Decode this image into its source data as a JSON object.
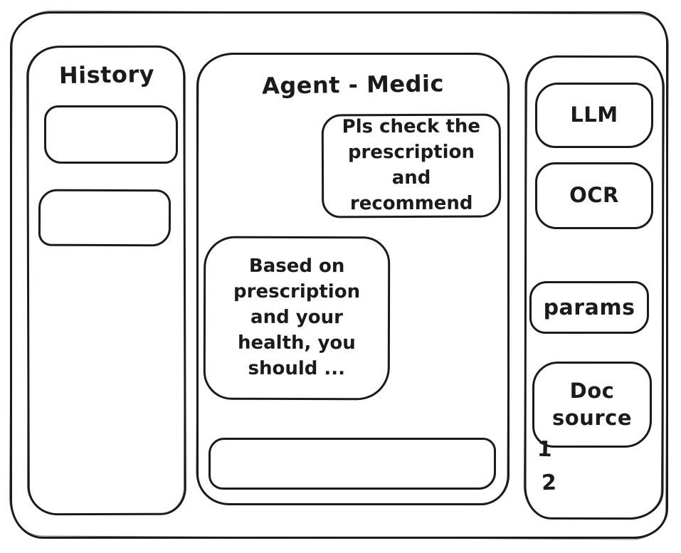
{
  "colors": {
    "ink": "#1b1b1b",
    "background": "#ffffff"
  },
  "history_panel": {
    "title": "History",
    "items": [
      {
        "label": ""
      },
      {
        "label": ""
      }
    ]
  },
  "chat_panel": {
    "title": "Agent - Medic",
    "messages": [
      {
        "role": "user",
        "text": "Pls check the prescription and recommend"
      },
      {
        "role": "agent",
        "text": "Based on prescription and your health, you should ..."
      }
    ],
    "input": {
      "value": ""
    }
  },
  "tools_panel": {
    "buttons": [
      {
        "label": "LLM"
      },
      {
        "label": "OCR"
      },
      {
        "label": "params"
      },
      {
        "label": "Doc source"
      }
    ],
    "doc_source_items": [
      "1",
      "2"
    ]
  }
}
